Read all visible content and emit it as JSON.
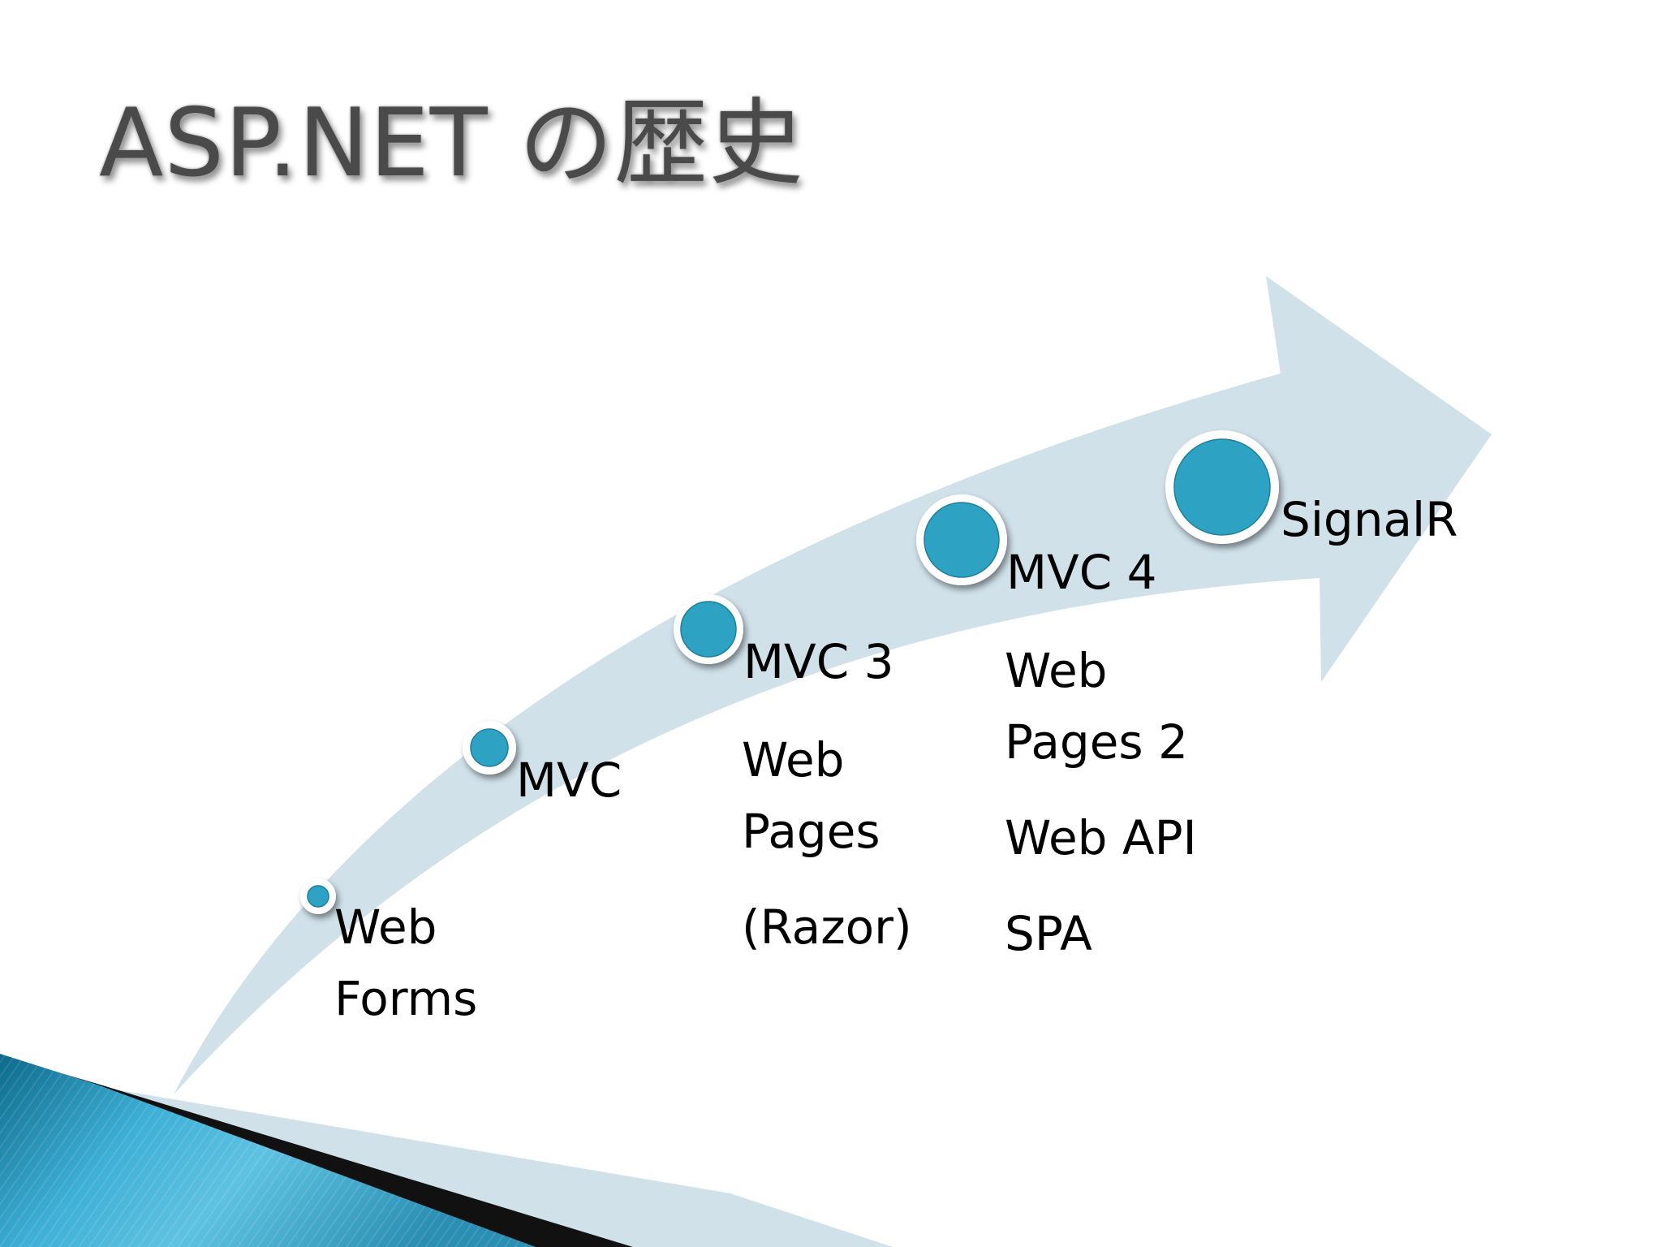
{
  "title": "ASP.NET の歴史",
  "colors": {
    "arrow": "#d0e1ea",
    "node_fill": "#2ea2c2",
    "node_ring": "#ffffff",
    "accent_dark": "#0b5f7f",
    "accent_light": "#5fc2e2",
    "text": "#000000",
    "title": "#4a4a4a"
  },
  "timeline": [
    {
      "label": [
        "Web",
        "Forms"
      ],
      "extras": []
    },
    {
      "label": [
        "MVC"
      ],
      "extras": []
    },
    {
      "label": [
        "MVC 3"
      ],
      "extras": [
        [
          "Web",
          "Pages"
        ],
        [
          "(Razor)"
        ]
      ]
    },
    {
      "label": [
        "MVC 4"
      ],
      "extras": [
        [
          "Web",
          "Pages 2"
        ],
        [
          "Web API"
        ],
        [
          "SPA"
        ]
      ]
    },
    {
      "label": [
        "SignalR"
      ],
      "extras": []
    }
  ]
}
